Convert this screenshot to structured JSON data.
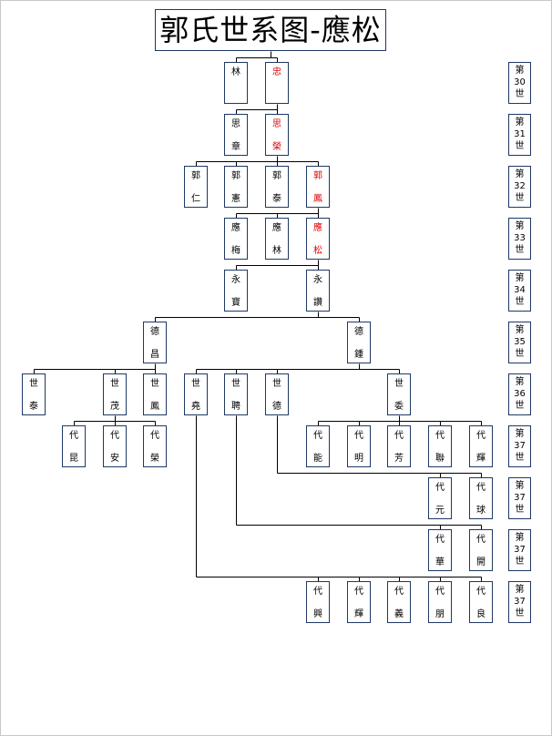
{
  "title": "郭氏世系图-應松",
  "nodes": {
    "lin": [
      "林",
      ""
    ],
    "zhong": [
      "忠",
      ""
    ],
    "sizhang": [
      "思",
      "章"
    ],
    "sizong": [
      "思",
      "榮"
    ],
    "guoren": [
      "郭",
      "仁"
    ],
    "guojing": [
      "郭",
      "憲"
    ],
    "guotai": [
      "郭",
      "泰"
    ],
    "guofeng": [
      "郭",
      "鳳"
    ],
    "yingmei": [
      "應",
      "梅"
    ],
    "yinglin": [
      "應",
      "林"
    ],
    "yingsong": [
      "應",
      "松"
    ],
    "yongbao": [
      "永",
      "寶"
    ],
    "yongzan": [
      "永",
      "讚"
    ],
    "deechang": [
      "德",
      "昌"
    ],
    "deeji": [
      "德",
      "鍾"
    ],
    "shitai": [
      "世",
      "泰"
    ],
    "shimao": [
      "世",
      "茂"
    ],
    "shifeng": [
      "世",
      "鳳"
    ],
    "shiyao": [
      "世",
      "堯"
    ],
    "shixi": [
      "世",
      "聘"
    ],
    "shide": [
      "世",
      "德"
    ],
    "shiyi": [
      "世",
      "委"
    ],
    "dai_kun": [
      "代",
      "昆"
    ],
    "dai_an": [
      "代",
      "安"
    ],
    "dai_rong": [
      "代",
      "榮"
    ],
    "dai_neng": [
      "代",
      "能"
    ],
    "dai_ming": [
      "代",
      "明"
    ],
    "dai_fang": [
      "代",
      "芳"
    ],
    "dai_lian": [
      "代",
      "聯"
    ],
    "dai_hui": [
      "代",
      "輝"
    ],
    "dai_yuan": [
      "代",
      "元"
    ],
    "dai_zhao": [
      "代",
      "球"
    ],
    "dai_hua": [
      "代",
      "華"
    ],
    "dai_kai": [
      "代",
      "開"
    ],
    "dai_xing": [
      "代",
      "興"
    ],
    "dai_zhen": [
      "代",
      "輝"
    ],
    "dai_yi": [
      "代",
      "義"
    ],
    "dai_peng": [
      "代",
      "朋"
    ],
    "dai_liang": [
      "代",
      "良"
    ]
  },
  "generations": [
    [
      "第",
      "30",
      "世"
    ],
    [
      "第",
      "31",
      "世"
    ],
    [
      "第",
      "32",
      "世"
    ],
    [
      "第",
      "33",
      "世"
    ],
    [
      "第",
      "34",
      "世"
    ],
    [
      "第",
      "35",
      "世"
    ],
    [
      "第",
      "36",
      "世"
    ],
    [
      "第",
      "37",
      "世"
    ],
    [
      "第",
      "37",
      "世"
    ],
    [
      "第",
      "37",
      "世"
    ],
    [
      "第",
      "37",
      "世"
    ]
  ],
  "colors": {
    "line": "#000000",
    "border": "#1f3864",
    "highlight": "#e00000"
  }
}
